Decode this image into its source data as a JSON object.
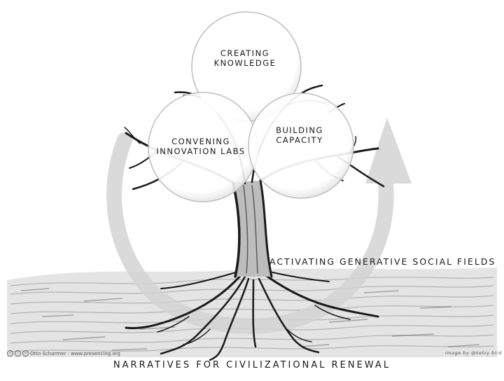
{
  "diagram": {
    "circles": {
      "creating_knowledge": [
        "Creating",
        "Knowledge"
      ],
      "convening_innovation_labs": [
        "Convening",
        "Innovation Labs"
      ],
      "building_capacity": [
        "Building",
        "Capacity"
      ]
    },
    "field_label": "Activating Generative Social Fields",
    "title": "Narratives for Civilizational Renewal"
  },
  "credits": {
    "author_site": "Otto Scharmer · www.presencing.org",
    "illustrator": "image by @kelvy bird"
  }
}
